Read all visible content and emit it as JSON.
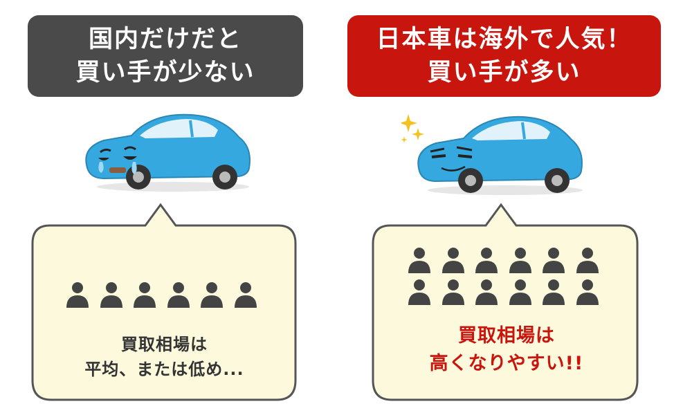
{
  "colors": {
    "dark_header": "#4a4a4a",
    "red_header": "#c8160f",
    "bubble_fill": "#fdf9dd",
    "bubble_border": "#555555",
    "car_blue": "#35a8df",
    "person": "#444444"
  },
  "left": {
    "header_line1": "国内だけだと",
    "header_line2": "買い手が少ない",
    "car_icon": "sad-car-icon",
    "people_count": 6,
    "message_line1": "買取相場は",
    "message_line2": "平均、または低め..."
  },
  "right": {
    "header_line1": "日本車は海外で人気！",
    "header_line2": "買い手が多い",
    "car_icon": "smug-car-icon",
    "sparkle_icon": "sparkle-icon",
    "people_count": 12,
    "message_line1": "買取相場は",
    "message_line2": "高くなりやすい!!"
  }
}
